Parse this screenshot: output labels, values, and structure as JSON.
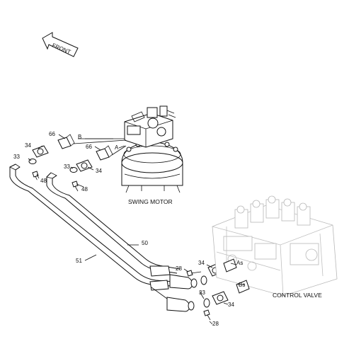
{
  "front_arrow": {
    "label": "FRONT"
  },
  "captions": {
    "swing_motor": "SWING MOTOR",
    "control_valve": "CONTROL VALVE"
  },
  "callouts": [
    {
      "key": "p66a",
      "text": "66"
    },
    {
      "key": "pB_top",
      "text": "B"
    },
    {
      "key": "p34a",
      "text": "34"
    },
    {
      "key": "p66b",
      "text": "66"
    },
    {
      "key": "pA_top",
      "text": "A"
    },
    {
      "key": "p33a",
      "text": "33"
    },
    {
      "key": "p33b",
      "text": "33"
    },
    {
      "key": "p34b",
      "text": "34"
    },
    {
      "key": "p48a",
      "text": "48"
    },
    {
      "key": "p48b",
      "text": "48"
    },
    {
      "key": "p50",
      "text": "50"
    },
    {
      "key": "p51",
      "text": "51"
    },
    {
      "key": "p28a",
      "text": "28"
    },
    {
      "key": "p34c",
      "text": "34"
    },
    {
      "key": "pAs",
      "text": "As"
    },
    {
      "key": "pBs",
      "text": "Bs"
    },
    {
      "key": "p33c",
      "text": "33"
    },
    {
      "key": "p34d",
      "text": "34"
    },
    {
      "key": "p28b",
      "text": "28"
    }
  ]
}
